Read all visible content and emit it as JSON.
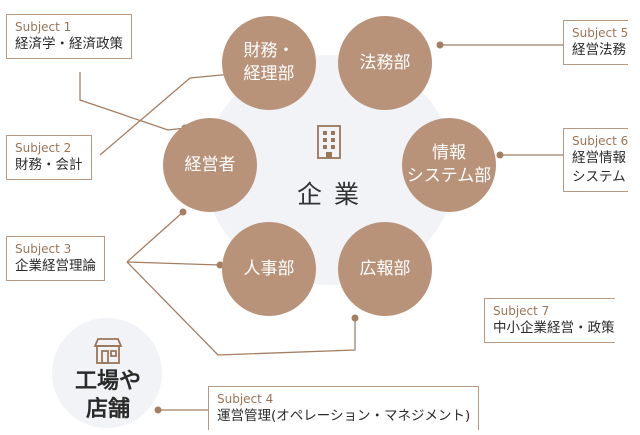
{
  "diagram": {
    "center_label": "企業",
    "store_label": "工場や\n店舗",
    "departments": [
      {
        "key": "finance",
        "label": "財務・\n経理部"
      },
      {
        "key": "legal",
        "label": "法務部"
      },
      {
        "key": "management",
        "label": "経営者"
      },
      {
        "key": "it",
        "label": "情報\nシステム部"
      },
      {
        "key": "hr",
        "label": "人事部"
      },
      {
        "key": "pr",
        "label": "広報部"
      }
    ],
    "subjects": [
      {
        "key": "s1",
        "subject": "Subject 1",
        "name": "経済学・経済政策"
      },
      {
        "key": "s2",
        "subject": "Subject 2",
        "name": "財務・会計"
      },
      {
        "key": "s3",
        "subject": "Subject 3",
        "name": "企業経営理論"
      },
      {
        "key": "s4",
        "subject": "Subject 4",
        "name": "運営管理(オペレーション・マネジメント)"
      },
      {
        "key": "s5",
        "subject": "Subject 5",
        "name": "経営法務"
      },
      {
        "key": "s6",
        "subject": "Subject 6",
        "name": "経営情報\nシステム"
      },
      {
        "key": "s7",
        "subject": "Subject 7",
        "name": "中小企業経営・政策"
      }
    ],
    "colors": {
      "circle": "#b8937a",
      "line": "#a47e63",
      "accent": "#9a7558"
    }
  }
}
